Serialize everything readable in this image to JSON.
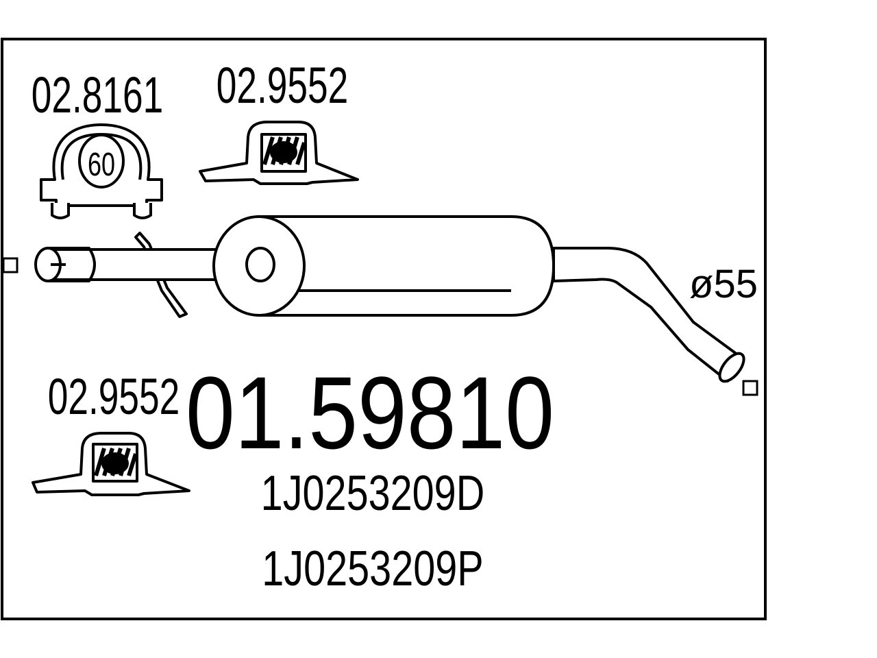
{
  "diagram": {
    "part_number": "01.59810",
    "oe_numbers": [
      "1J0253209D",
      "1J0253209P"
    ],
    "clamp": {
      "part": "02.8161",
      "size": "60"
    },
    "mount_top": {
      "part": "02.9552"
    },
    "mount_bottom": {
      "part": "02.9552"
    },
    "outlet_diameter": "ø55"
  }
}
